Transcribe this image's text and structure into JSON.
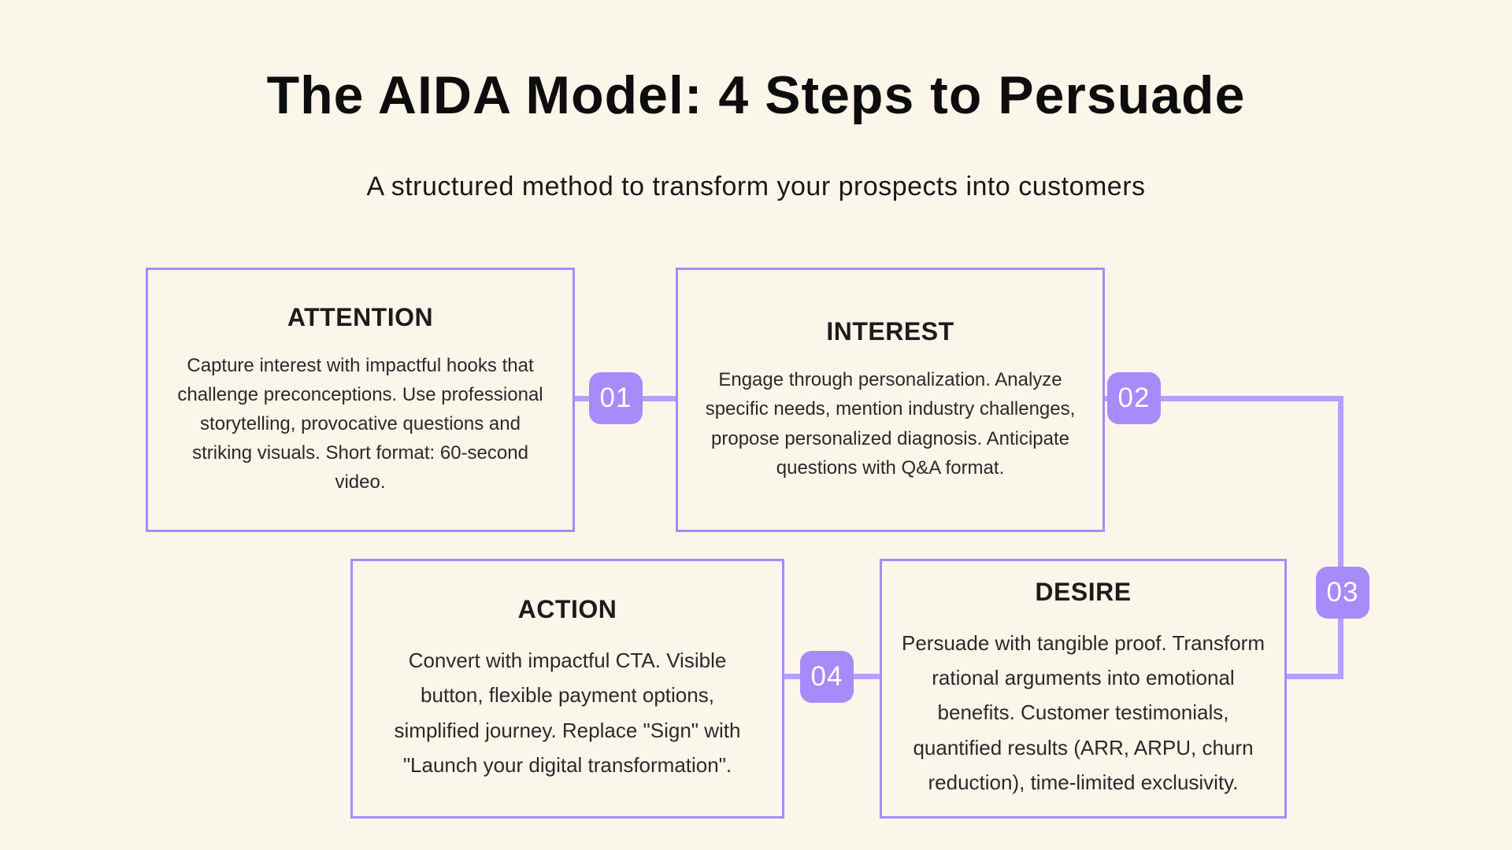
{
  "page": {
    "title": "The AIDA Model: 4 Steps to Persuade",
    "subtitle": "A structured method to transform your prospects into customers"
  },
  "colors": {
    "background": "#FBF6EA",
    "accent_border": "#A78BFA",
    "badge_background": "#A78BFA",
    "connector_line": "#B5A1F8",
    "badge_text": "#FFFFFF",
    "title_text": "#0D0D0D",
    "body_text": "#2A2A2A"
  },
  "steps": [
    {
      "number": "01",
      "title": "ATTENTION",
      "description": "Capture interest with impactful hooks that challenge preconceptions. Use professional storytelling, provocative questions and striking visuals. Short format: 60-second video."
    },
    {
      "number": "02",
      "title": "INTEREST",
      "description": "Engage through personalization. Analyze specific needs, mention industry challenges, propose personalized diagnosis. Anticipate questions with Q&A format."
    },
    {
      "number": "03",
      "title": "DESIRE",
      "description": "Persuade with tangible proof. Transform rational arguments into emotional benefits. Customer testimonials, quantified results (ARR, ARPU, churn reduction), time-limited exclusivity."
    },
    {
      "number": "04",
      "title": "ACTION",
      "description": "Convert with impactful CTA. Visible button, flexible payment options, simplified journey. Replace \"Sign\" with \"Launch your digital transformation\"."
    }
  ]
}
